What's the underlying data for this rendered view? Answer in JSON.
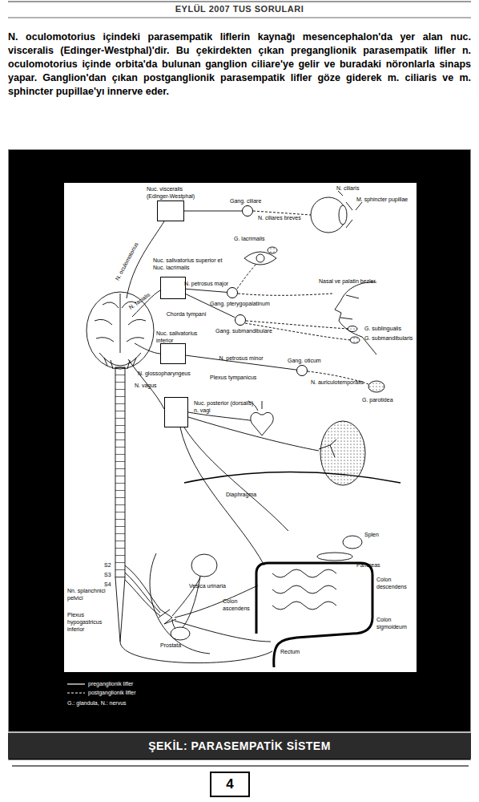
{
  "diagram": {
    "title": "EYLÜL 2007 TUS SORULARI",
    "caption": "ŞEKİL: PARASEMPATİK SİSTEM",
    "nodes": [
      {
        "text": [
          "Nuc. visceralis (Edinger-Westphal)"
        ]
      },
      {
        "text": [
          "Gang. ciliare"
        ]
      },
      {
        "text": [
          "Nuc. salivatorius superior et Nuc. lacrimalis"
        ]
      },
      {
        "text": [
          "Gang. pterygopalatinum"
        ]
      },
      {
        "text": [
          "Gang. submandibulare"
        ]
      },
      {
        "text": [
          "Nuc. salivatorius inferior"
        ]
      },
      {
        "text": [
          "Gang. oticum"
        ]
      },
      {
        "text": [
          "Nuc. posterior (dorsalis) n. vagi"
        ]
      },
      {
        "text": [
          "4"
        ]
      }
    ],
    "edges": [
      {
        "from": 0,
        "to": 1,
        "arrow": "none"
      },
      {
        "from": 2,
        "to": 3,
        "label": "N. petrosus major",
        "arrow": "none"
      },
      {
        "from": 2,
        "to": 4,
        "label": "Chorda tympani",
        "arrow": "none"
      },
      {
        "from": 5,
        "to": 6,
        "label": "N. petrosus minor",
        "arrow": "none"
      }
    ],
    "labels": [
      "N. oculomotorius içindeki parasempatik liflerin kaynağı mesencephalon'da yer alan nuc. visceralis (Edinger-Westphal)'dir. Bu çekirdekten çıkan preganglionik parasempatik lifler n. oculomotorius içinde orbita'da bulunan ganglion ciliare'ye gelir ve buradaki nöronlarla sinaps yapar. Ganglion'dan çıkan postganglionik parasempatik lifler göze giderek m. ciliaris ve m. sphincter pupillae'yı innerve eder.",
      "N. ciliaris",
      "M. sphincter pupillae",
      "N. ciliares breves",
      "G. lacrimalis",
      "N. oculomotorius",
      "Nasal ve palatin bezler",
      "N. facialis",
      "G. sublingualis",
      "G. submandibularis",
      "N. glossopharyngeus",
      "Plexus tympanicus",
      "N. auriculotemporalis",
      "G. parotidea",
      "N. vagus",
      "Diaphragma",
      "Splen",
      "Pancreas",
      "Colon descendens",
      "Colon ascendens",
      "Colon sigmoideum",
      "Rectum",
      "Vesica urinaria",
      "Prostata",
      "Plexus hypogastricus inferior",
      "Nn. splanchnici pelvici",
      "S2",
      "S3",
      "S4",
      "G.: glandula, N.: nervus"
    ],
    "legend": [
      {
        "text": "preganglionik lifler"
      },
      {
        "text": "postganglionik lifler"
      }
    ]
  }
}
